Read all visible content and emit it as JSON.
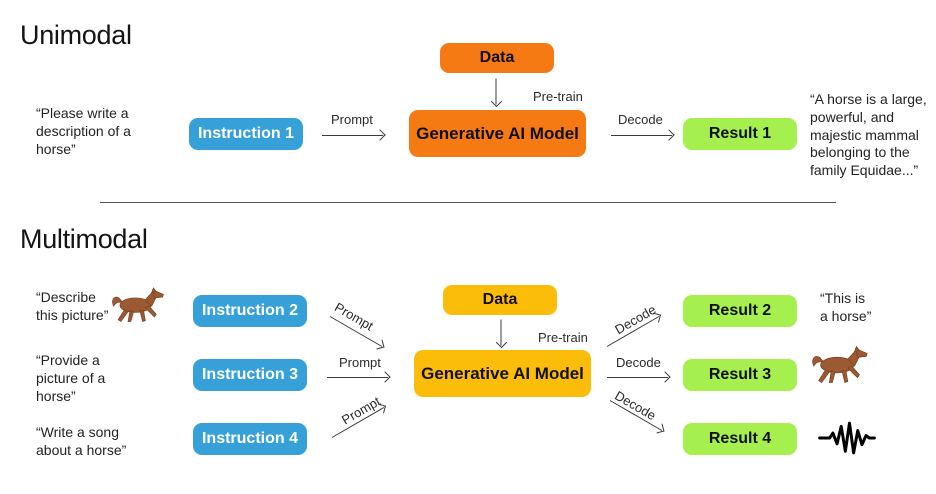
{
  "colors": {
    "blue": "#36A0D9",
    "orange": "#F67A14",
    "yellow": "#FCBD0A",
    "green": "#A5EF4F"
  },
  "unimodal": {
    "title": "Unimodal",
    "input_quote": "“Please write a\ndescription of a\nhorse”",
    "instruction": "Instruction 1",
    "prompt": "Prompt",
    "data": "Data",
    "pretrain": "Pre-train",
    "model": "Generative AI Model",
    "decode": "Decode",
    "result": "Result 1",
    "output_quote": "“A horse is a large,\npowerful, and\nmajestic mammal\nbelonging to the\nfamily Equidae...”"
  },
  "multimodal": {
    "title": "Multimodal",
    "data": "Data",
    "pretrain": "Pre-train",
    "model": "Generative AI Model",
    "rows": [
      {
        "input_quote": "“Describe\nthis picture”",
        "input_icon": "horse-emoji",
        "instruction": "Instruction 2",
        "prompt": "Prompt",
        "decode": "Decode",
        "result": "Result 2",
        "output_quote": "“This is\na horse”"
      },
      {
        "input_quote": "“Provide a\npicture of a\nhorse”",
        "instruction": "Instruction 3",
        "prompt": "Prompt",
        "decode": "Decode",
        "result": "Result 3",
        "output_icon": "horse-emoji"
      },
      {
        "input_quote": "“Write a song\nabout a horse”",
        "instruction": "Instruction 4",
        "prompt": "Prompt",
        "decode": "Decode",
        "result": "Result 4",
        "output_icon": "audio-waveform"
      }
    ]
  }
}
